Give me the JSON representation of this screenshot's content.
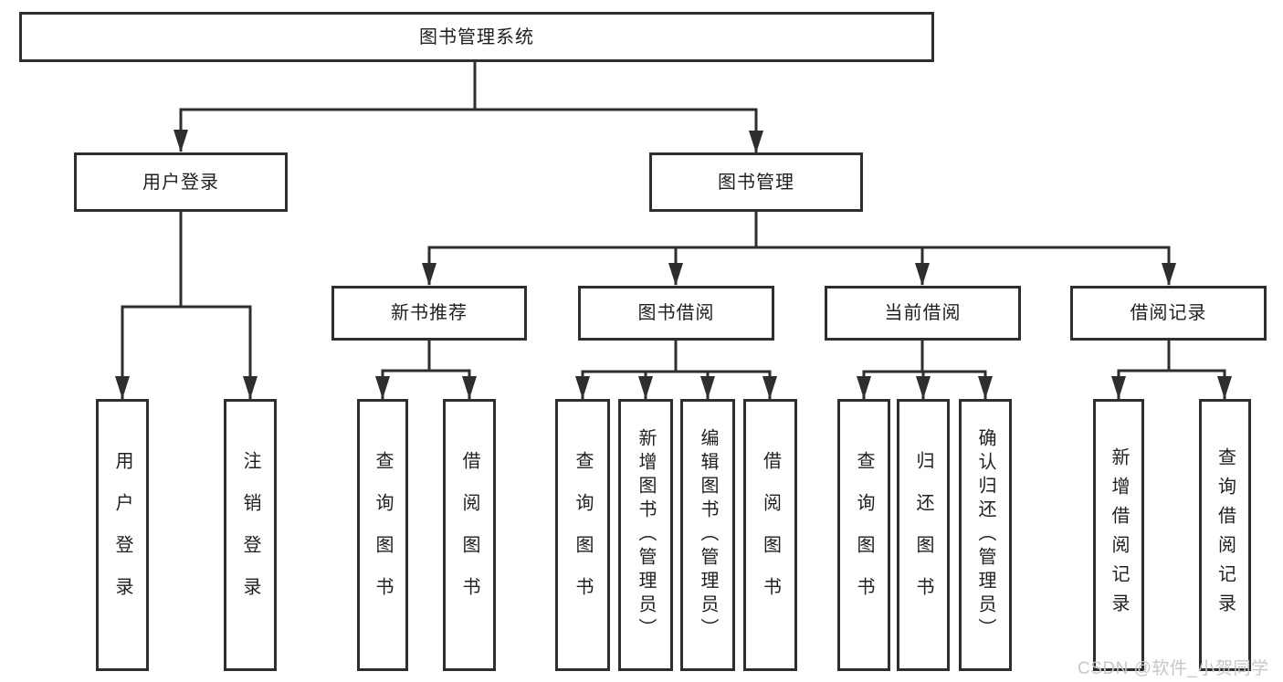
{
  "tree": {
    "root_label": "图书管理系统",
    "branches": [
      {
        "label": "用户登录",
        "children": [
          {
            "label": "用户登录"
          },
          {
            "label": "注销登录"
          }
        ]
      },
      {
        "label": "图书管理",
        "children": [
          {
            "label": "新书推荐",
            "children": [
              {
                "label": "查询图书"
              },
              {
                "label": "借阅图书"
              }
            ]
          },
          {
            "label": "图书借阅",
            "children": [
              {
                "label": "查询图书"
              },
              {
                "label": "新增图书（管理员）"
              },
              {
                "label": "编辑图书（管理员）"
              },
              {
                "label": "借阅图书"
              }
            ]
          },
          {
            "label": "当前借阅",
            "children": [
              {
                "label": "查询图书"
              },
              {
                "label": "归还图书"
              },
              {
                "label": "确认归还（管理员）"
              }
            ]
          },
          {
            "label": "借阅记录",
            "children": [
              {
                "label": "新增借阅记录"
              },
              {
                "label": "查询借阅记录"
              }
            ]
          }
        ]
      }
    ]
  },
  "watermark": {
    "text": "CSDN @软件_小贺同学"
  },
  "colors": {
    "line": "#2e2e2e",
    "border": "#2e2e2e",
    "text": "#1f1f1f",
    "watermark": "#c7c7cb",
    "background": "#ffffff"
  }
}
